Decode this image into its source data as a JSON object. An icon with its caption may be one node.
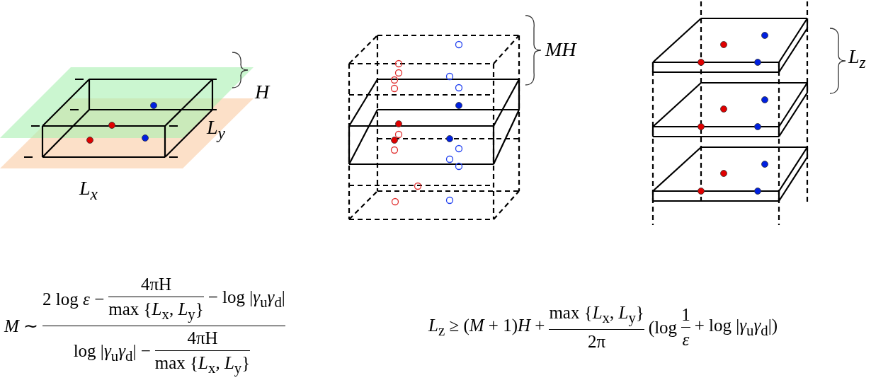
{
  "diagram": {
    "labels": [
      "H",
      "L$_{y}$",
      "L$_{x}$",
      "MH",
      "L$_{z}$",
      "*M* ∼",
      "2 log *ε* −",
      "4πH",
      "max {*L*$_{x}$, *L*$_{y}$}",
      "− log |*γ*$_{u}$*γ*$_{d}$|",
      "log |*γ*$_{u}$*γ*$_{d}$| −",
      "4πH",
      "max {*L*$_{x}$, *L*$_{y}$}",
      "*L*$_{z}$ ≥ (*M* + 1)*H* +",
      "max {*L*$_{x}$, *L*$_{y}$}",
      "2π",
      "(log",
      "1",
      "ε",
      "+ log |*γ*$_{u}$*γ*$_{d}$|)"
    ]
  }
}
